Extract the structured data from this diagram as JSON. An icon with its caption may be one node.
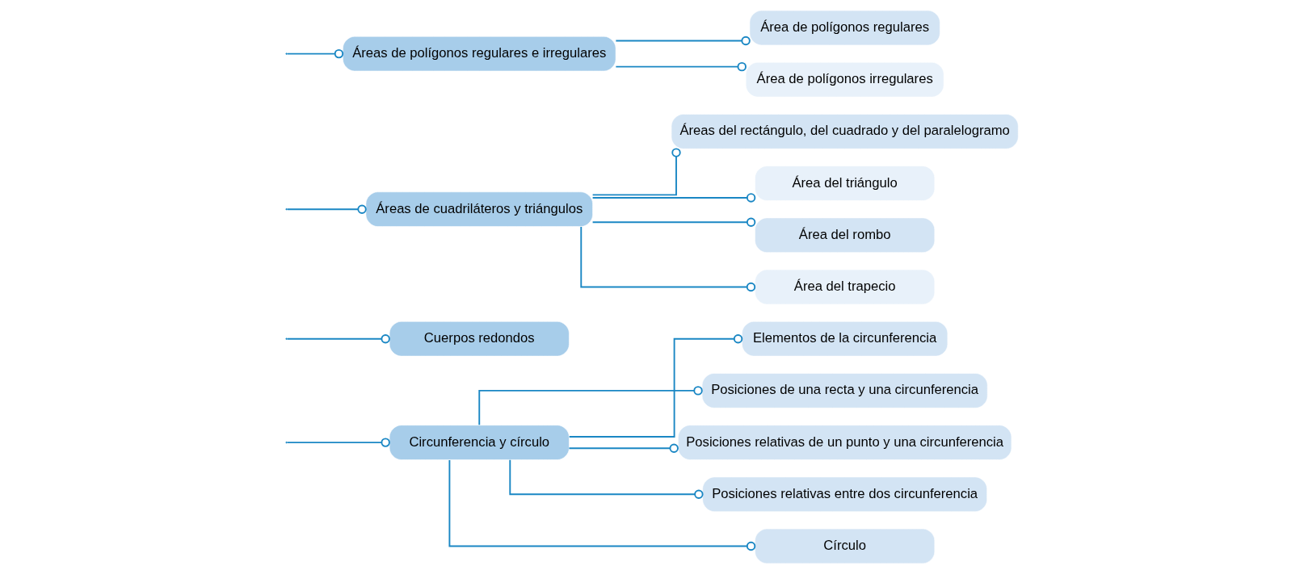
{
  "diagram": {
    "nodes": [
      {
        "text": [
          "Circunferencia y círculo"
        ]
      },
      {
        "text": [
          "Elementos de la circunferencia"
        ]
      },
      {
        "text": [
          "Posiciones de una recta y una circunferencia"
        ]
      },
      {
        "text": [
          "Posiciones relativas de un punto y una circunferencia"
        ]
      },
      {
        "text": [
          "Posiciones relativas entre dos circunferencia"
        ]
      },
      {
        "text": [
          "Círculo"
        ]
      },
      {
        "text": [
          "Cuerpos redondos"
        ]
      },
      {
        "text": [
          "Áreas de cuadriláteros y triángulos"
        ]
      },
      {
        "text": [
          "Áreas del rectángulo, del cuadrado y del paralelogramo"
        ]
      },
      {
        "text": [
          "Área del triángulo"
        ]
      },
      {
        "text": [
          "Área del rombo"
        ]
      },
      {
        "text": [
          "Área del trapecio"
        ]
      },
      {
        "text": [
          "Áreas de polígonos regulares e irregulares"
        ]
      },
      {
        "text": [
          "Área de polígonos regulares"
        ]
      },
      {
        "text": [
          "Área de polígonos irregulares"
        ]
      }
    ],
    "edges": [
      {
        "from": null,
        "to": 0,
        "arrow": "other"
      },
      {
        "from": null,
        "to": 6,
        "arrow": "other"
      },
      {
        "from": null,
        "to": 7,
        "arrow": "other"
      },
      {
        "from": null,
        "to": 12,
        "arrow": "other"
      },
      {
        "from": 0,
        "to": 1,
        "arrow": "other"
      },
      {
        "from": 0,
        "to": 2,
        "arrow": "other"
      },
      {
        "from": 0,
        "to": 3,
        "arrow": "other"
      },
      {
        "from": 0,
        "to": 4,
        "arrow": "other"
      },
      {
        "from": 0,
        "to": 5,
        "arrow": "other"
      },
      {
        "from": 7,
        "to": 8,
        "arrow": "other"
      },
      {
        "from": 7,
        "to": 9,
        "arrow": "other"
      },
      {
        "from": 7,
        "to": 10,
        "arrow": "other"
      },
      {
        "from": 7,
        "to": 11,
        "arrow": "other"
      },
      {
        "from": 12,
        "to": 13,
        "arrow": "other"
      },
      {
        "from": 12,
        "to": 14,
        "arrow": "other"
      }
    ]
  }
}
